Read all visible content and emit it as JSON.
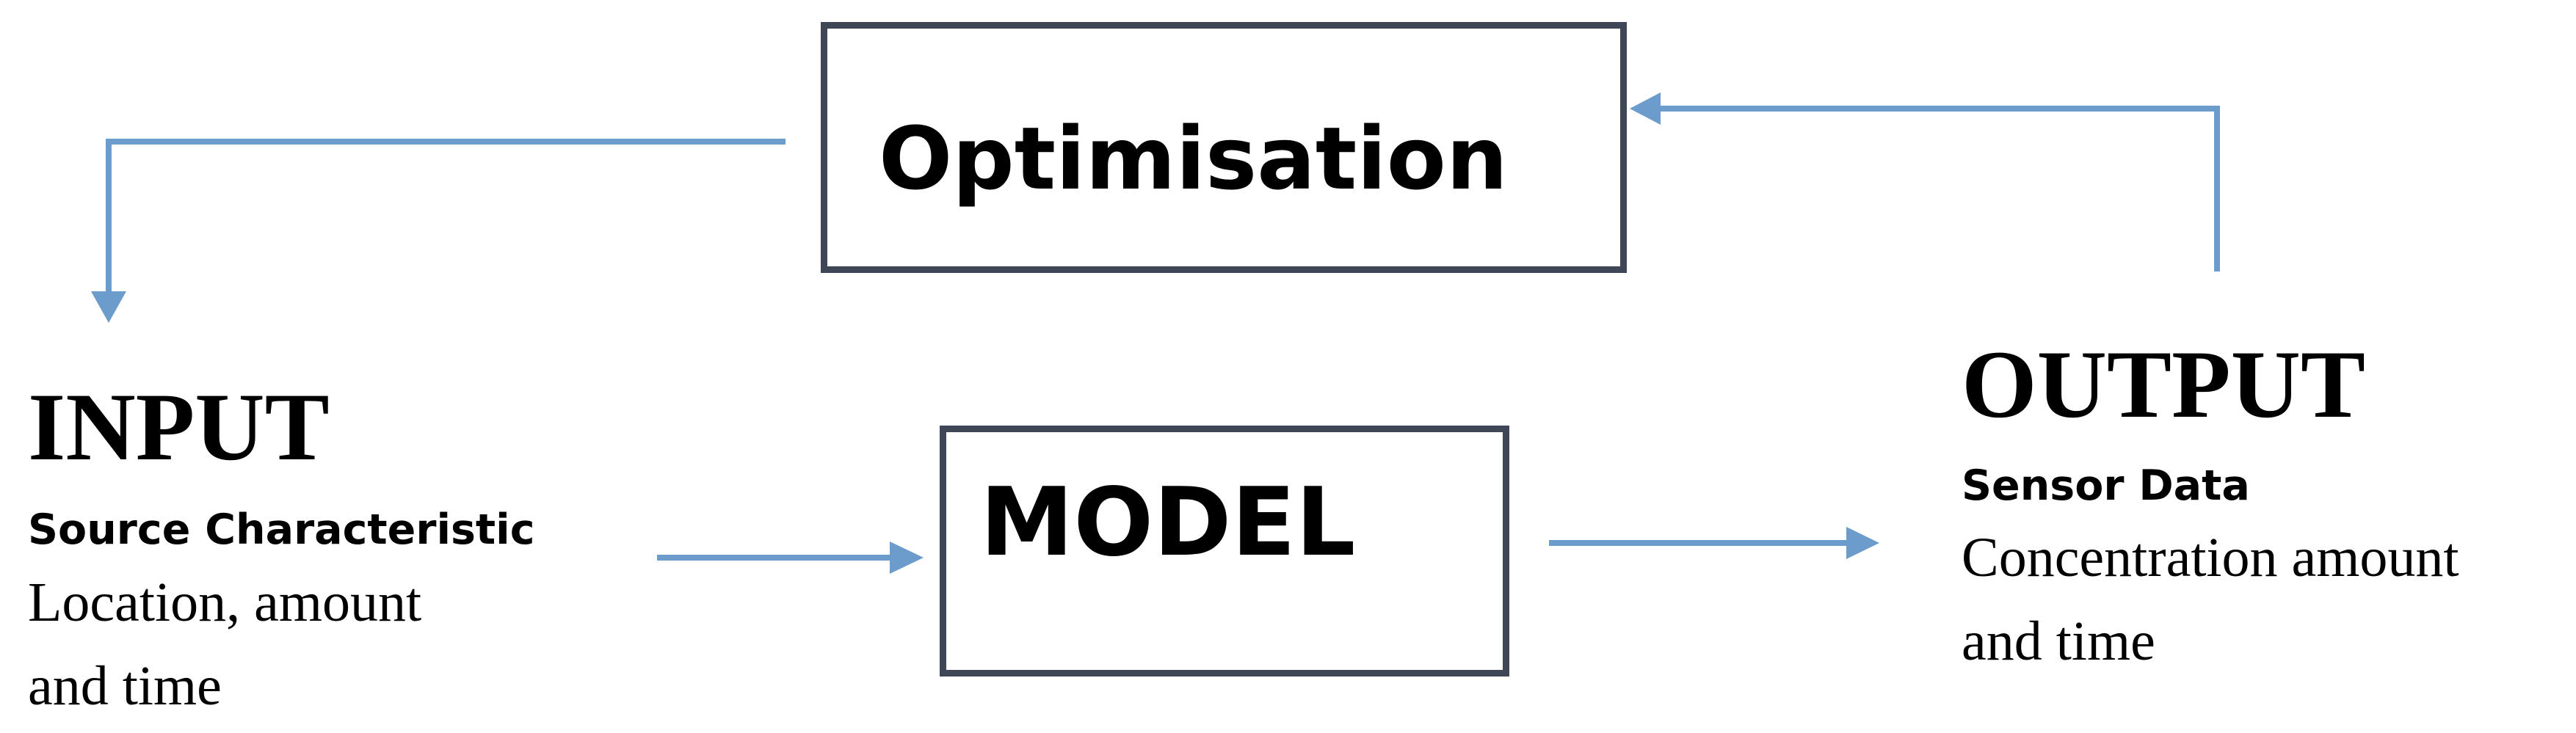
{
  "diagram": {
    "optimisation": {
      "label": "Optimisation"
    },
    "model": {
      "label": "MODEL"
    },
    "input": {
      "heading": "INPUT",
      "subheading": "Source Characteristic",
      "detail_line1": "Location, amount",
      "detail_line2": "and time"
    },
    "output": {
      "heading": "OUTPUT",
      "subheading": "Sensor Data",
      "detail_line1": "Concentration amount",
      "detail_line2": "and time"
    },
    "colors": {
      "arrow": "#6b9ccc",
      "box_border": "#3f4756",
      "text": "#000000"
    }
  }
}
